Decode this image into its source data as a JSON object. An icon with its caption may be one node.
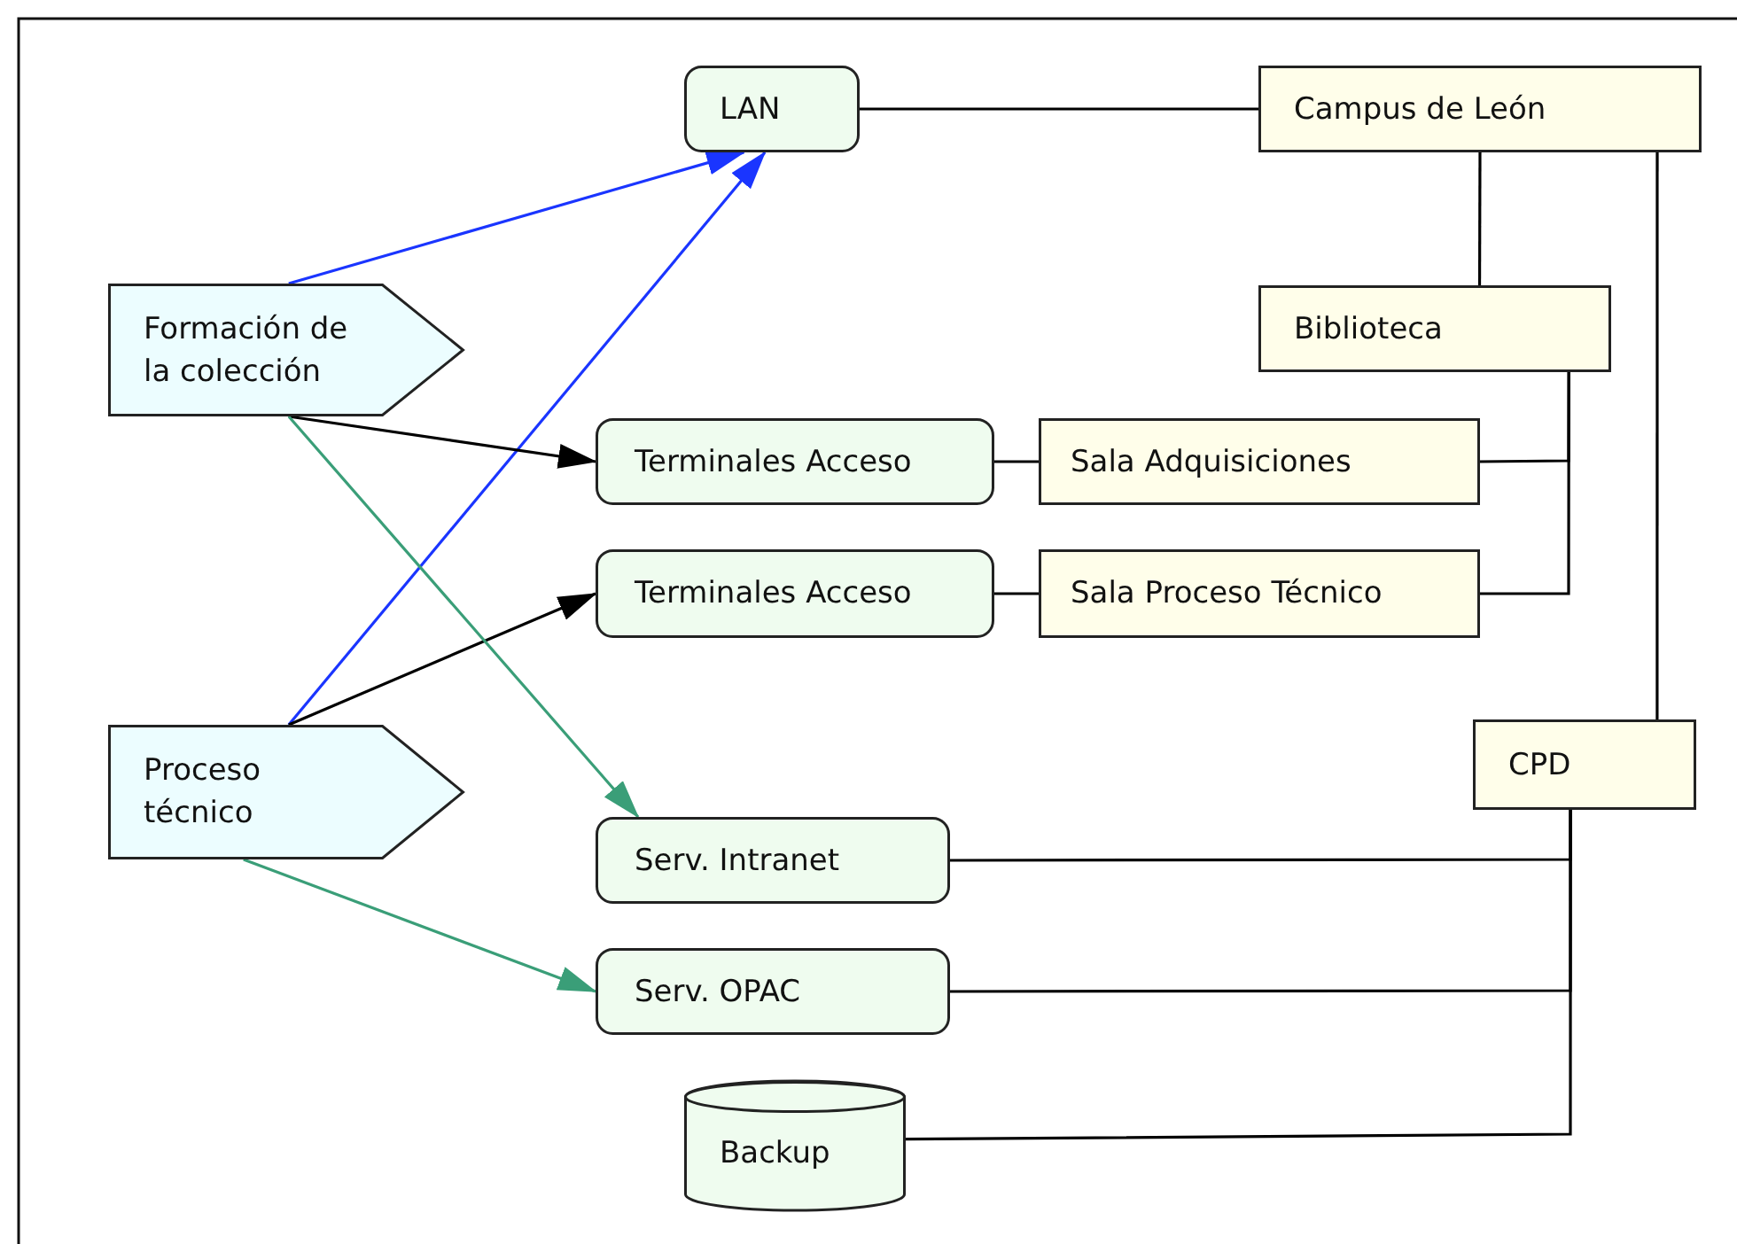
{
  "diagram": {
    "nodes": [
      {
        "text": [
          "LAN"
        ]
      },
      {
        "text": [
          "Campus de León"
        ]
      },
      {
        "text": [
          "Formación de la colección"
        ]
      },
      {
        "text": [
          "Biblioteca"
        ]
      },
      {
        "text": [
          "Terminales Acceso"
        ]
      },
      {
        "text": [
          "Sala Adquisiciones"
        ]
      },
      {
        "text": [
          "Terminales Acceso"
        ]
      },
      {
        "text": [
          "Sala Proceso Técnico"
        ]
      },
      {
        "text": [
          "Proceso técnico"
        ]
      },
      {
        "text": [
          "CPD"
        ]
      },
      {
        "text": [
          "Serv. Intranet"
        ]
      },
      {
        "text": [
          "Serv. OPAC"
        ]
      },
      {
        "text": [
          "Backup"
        ]
      }
    ],
    "edges": [
      {
        "from": 0,
        "to": 1,
        "arrow": "none"
      },
      {
        "from": 1,
        "to": 3,
        "arrow": "none"
      },
      {
        "from": 1,
        "to": 9,
        "arrow": "none"
      },
      {
        "from": 3,
        "to": 5,
        "arrow": "none"
      },
      {
        "from": 3,
        "to": 7,
        "arrow": "none"
      },
      {
        "from": 4,
        "to": 5,
        "arrow": "none"
      },
      {
        "from": 6,
        "to": 7,
        "arrow": "none"
      },
      {
        "from": 9,
        "to": 10,
        "arrow": "none"
      },
      {
        "from": 9,
        "to": 11,
        "arrow": "none"
      },
      {
        "from": 9,
        "to": 12,
        "arrow": "none"
      },
      {
        "from": 2,
        "to": 0,
        "arrow": "to",
        "color": "#1a35ff"
      },
      {
        "from": 8,
        "to": 0,
        "arrow": "to",
        "color": "#1a35ff"
      },
      {
        "from": 2,
        "to": 4,
        "arrow": "to"
      },
      {
        "from": 8,
        "to": 6,
        "arrow": "to"
      },
      {
        "from": 2,
        "to": 10,
        "arrow": "to",
        "color": "#3a9e78"
      },
      {
        "from": 8,
        "to": 11,
        "arrow": "to",
        "color": "#3a9e78"
      }
    ]
  }
}
